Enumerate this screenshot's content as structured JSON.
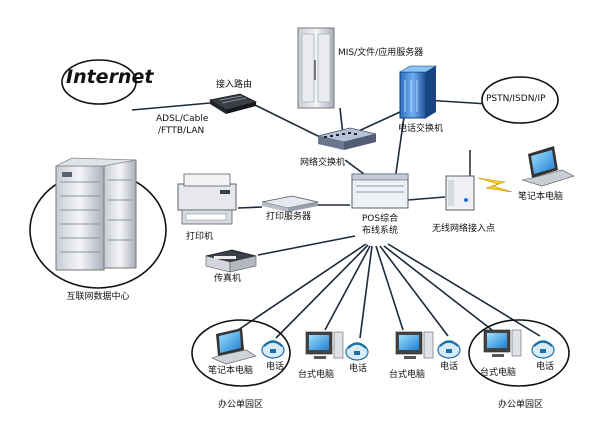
{
  "nodes": {
    "internet": "Internet",
    "router": "接入路由",
    "adsl": "ADSL/Cable",
    "fttb": "/FTTB/LAN",
    "mis_server": "MIS/文件/应用服务器",
    "pstn": "PSTN/ISDN/IP",
    "phone_switch": "电话交换机",
    "network_switch": "网络交换机",
    "datacenter": "互联网数据中心",
    "printer": "打印机",
    "print_server": "打印服务器",
    "pos_line1": "POS综合",
    "pos_line2": "布线系统",
    "wireless_ap": "无线网络接入点",
    "laptop_right": "笔记本电脑",
    "fax": "传真机",
    "office_laptop": "笔记本电脑",
    "phone": "电话",
    "desktop": "台式电脑",
    "office_area": "办公单园区"
  }
}
